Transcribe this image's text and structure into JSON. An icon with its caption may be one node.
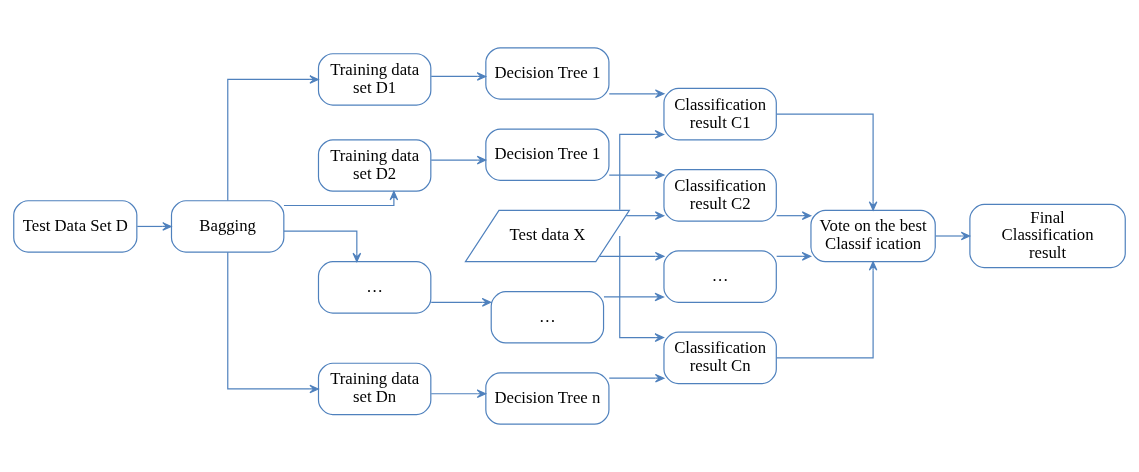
{
  "diagram": {
    "nodes": [
      {
        "text": [
          "Test Data Set D"
        ]
      },
      {
        "text": [
          "Bagging"
        ]
      },
      {
        "text": [
          "Test data X"
        ]
      },
      {
        "text": [
          "Training data set D1"
        ]
      },
      {
        "text": [
          "Decision Tree 1"
        ]
      },
      {
        "text": [
          "Classification result C1"
        ]
      },
      {
        "text": [
          "Training data set D2"
        ]
      },
      {
        "text": [
          "Decision Tree 1"
        ]
      },
      {
        "text": [
          "Classification result C2"
        ]
      },
      {
        "text": [
          "…"
        ]
      },
      {
        "text": [
          "…"
        ]
      },
      {
        "text": [
          "…"
        ]
      },
      {
        "text": [
          "Training data set Dn"
        ]
      },
      {
        "text": [
          "Decision Tree n"
        ]
      },
      {
        "text": [
          "Classification result Cn"
        ]
      },
      {
        "text": [
          "Vote on the best Classif ication"
        ]
      },
      {
        "text": [
          "Final Classification result"
        ]
      }
    ],
    "edges": [
      {
        "from": 0,
        "to": 1,
        "arrow": "to"
      },
      {
        "from": 1,
        "to": 3,
        "arrow": "to"
      },
      {
        "from": 1,
        "to": 6,
        "arrow": "to"
      },
      {
        "from": 1,
        "to": 9,
        "arrow": "to"
      },
      {
        "from": 1,
        "to": 12,
        "arrow": "to"
      },
      {
        "from": 3,
        "to": 4,
        "arrow": "to"
      },
      {
        "from": 6,
        "to": 7,
        "arrow": "to"
      },
      {
        "from": 9,
        "to": 10,
        "arrow": "to"
      },
      {
        "from": 12,
        "to": 13,
        "arrow": "to"
      },
      {
        "from": 4,
        "to": 5,
        "arrow": "to"
      },
      {
        "from": 7,
        "to": 8,
        "arrow": "to"
      },
      {
        "from": 10,
        "to": 11,
        "arrow": "to"
      },
      {
        "from": 13,
        "to": 14,
        "arrow": "to"
      },
      {
        "from": 2,
        "to": 5,
        "arrow": "to"
      },
      {
        "from": 2,
        "to": 8,
        "arrow": "to"
      },
      {
        "from": 2,
        "to": 11,
        "arrow": "to"
      },
      {
        "from": 2,
        "to": 14,
        "arrow": "to"
      },
      {
        "from": 5,
        "to": 15,
        "arrow": "to"
      },
      {
        "from": 8,
        "to": 15,
        "arrow": "to"
      },
      {
        "from": 11,
        "to": 15,
        "arrow": "to"
      },
      {
        "from": 14,
        "to": 15,
        "arrow": "to"
      },
      {
        "from": 15,
        "to": 16,
        "arrow": "to"
      }
    ]
  }
}
